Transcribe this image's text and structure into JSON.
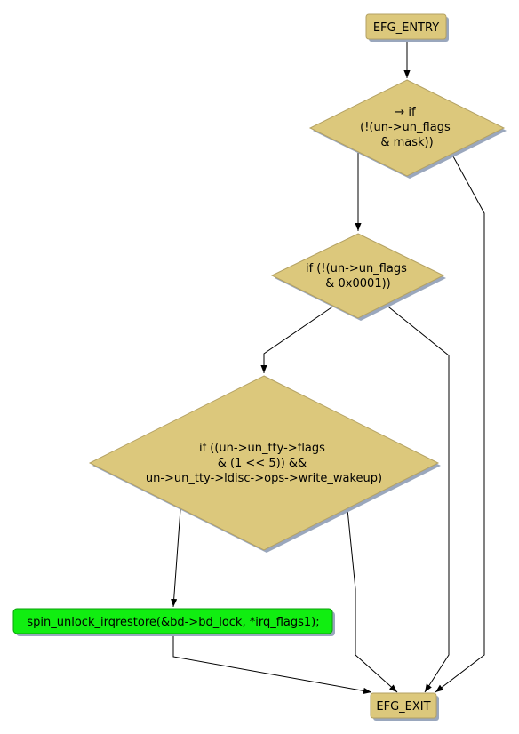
{
  "diagram": {
    "colors": {
      "node_fill": "#dcc87c",
      "node_stroke": "#b3a163",
      "shadow": "#9aa7bd",
      "action_fill": "#11ee11",
      "action_stroke": "#0aa00a",
      "edge": "#000000",
      "background": "#ffffff"
    },
    "nodes": {
      "entry": {
        "lines": [
          "EFG_ENTRY"
        ]
      },
      "decision1": {
        "lines": [
          "→ if",
          "(!(un->un_flags",
          "& mask))"
        ]
      },
      "decision2": {
        "lines": [
          "if (!(un->un_flags",
          "& 0x0001))"
        ]
      },
      "decision3": {
        "lines": [
          "if ((un->un_tty->flags",
          "& (1 << 5)) &&",
          "un->un_tty->ldisc->ops->write_wakeup)"
        ]
      },
      "action": {
        "lines": [
          "spin_unlock_irqrestore(&bd->bd_lock, *irq_flags1);"
        ]
      },
      "exit": {
        "lines": [
          "EFG_EXIT"
        ]
      }
    }
  }
}
